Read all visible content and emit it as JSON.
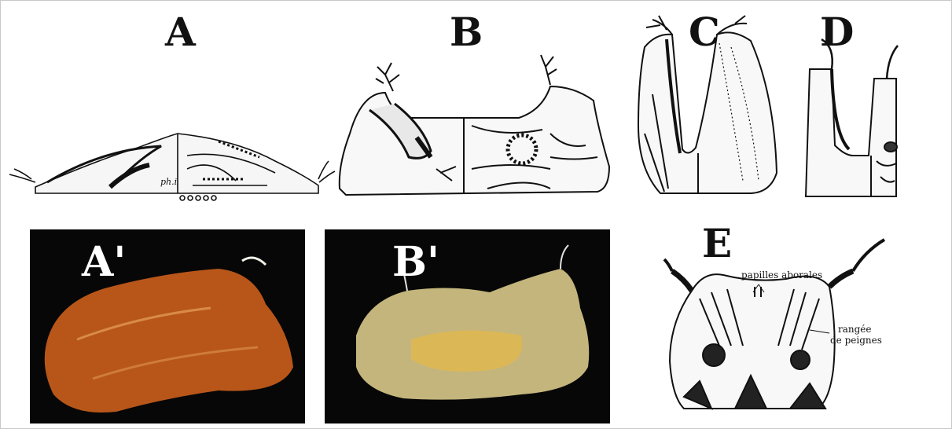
{
  "labels": {
    "a": "A",
    "b": "B",
    "c": "C",
    "d": "D",
    "e": "E",
    "a_prime": "A'",
    "b_prime": "B'"
  },
  "annotations": {
    "phi": "ph.i",
    "papilles_aborales": "papilles aborales",
    "rangee_line1": "rangée",
    "rangee_line2": "de peignes"
  },
  "colors": {
    "line": "#111111",
    "photo_bg": "#070707",
    "a_prime_body": "#b8561a",
    "b_prime_body": "#d9c98a"
  }
}
